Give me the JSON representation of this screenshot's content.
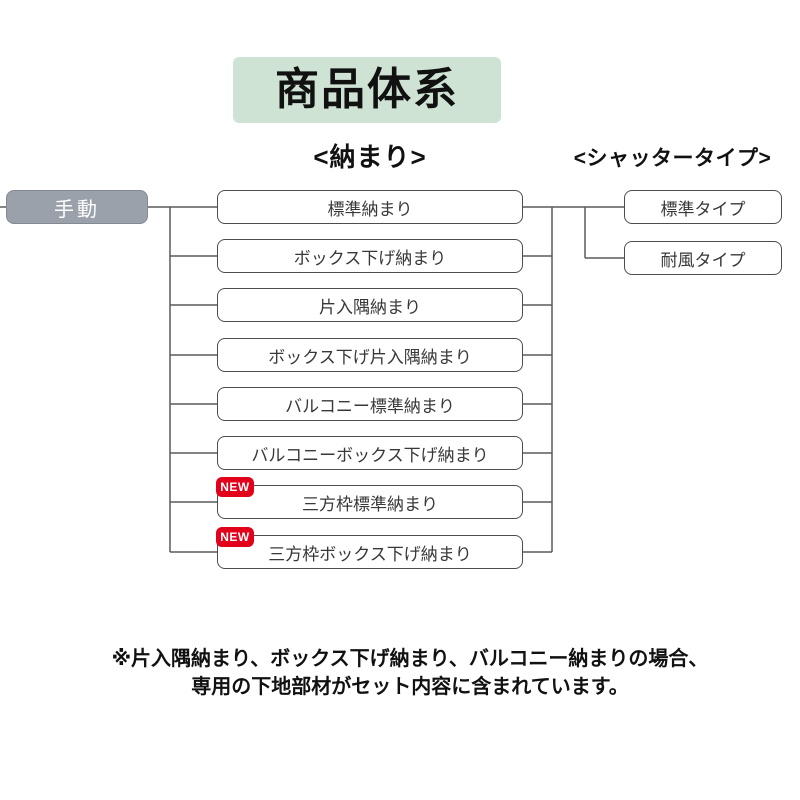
{
  "title": "商品体系",
  "headers": {
    "osamari": "<納まり>",
    "shutter": "<シャッタータイプ>"
  },
  "root_node": {
    "label": "手動"
  },
  "new_badge_label": "NEW",
  "osamari_items": [
    {
      "label": "標準納まり",
      "new": false
    },
    {
      "label": "ボックス下げ納まり",
      "new": false
    },
    {
      "label": "片入隅納まり",
      "new": false
    },
    {
      "label": "ボックス下げ片入隅納まり",
      "new": false
    },
    {
      "label": "バルコニー標準納まり",
      "new": false
    },
    {
      "label": "バルコニーボックス下げ納まり",
      "new": false
    },
    {
      "label": "三方枠標準納まり",
      "new": true
    },
    {
      "label": "三方枠ボックス下げ納まり",
      "new": true
    }
  ],
  "shutter_items": [
    {
      "label": "標準タイプ"
    },
    {
      "label": "耐風タイプ"
    }
  ],
  "footnote": {
    "line1": "※片入隅納まり、ボックス下げ納まり、バルコニー納まりの場合、",
    "line2": "専用の下地部材がセット内容に含まれています。"
  },
  "colors": {
    "title_bg": "#cfe3d4",
    "root_bg": "#9aa1ab",
    "root_border": "#838a93",
    "box_border": "#4d4d4d",
    "line": "#5a5a5a",
    "new_badge_bg": "#e2001a",
    "new_badge_text": "#ffffff"
  }
}
